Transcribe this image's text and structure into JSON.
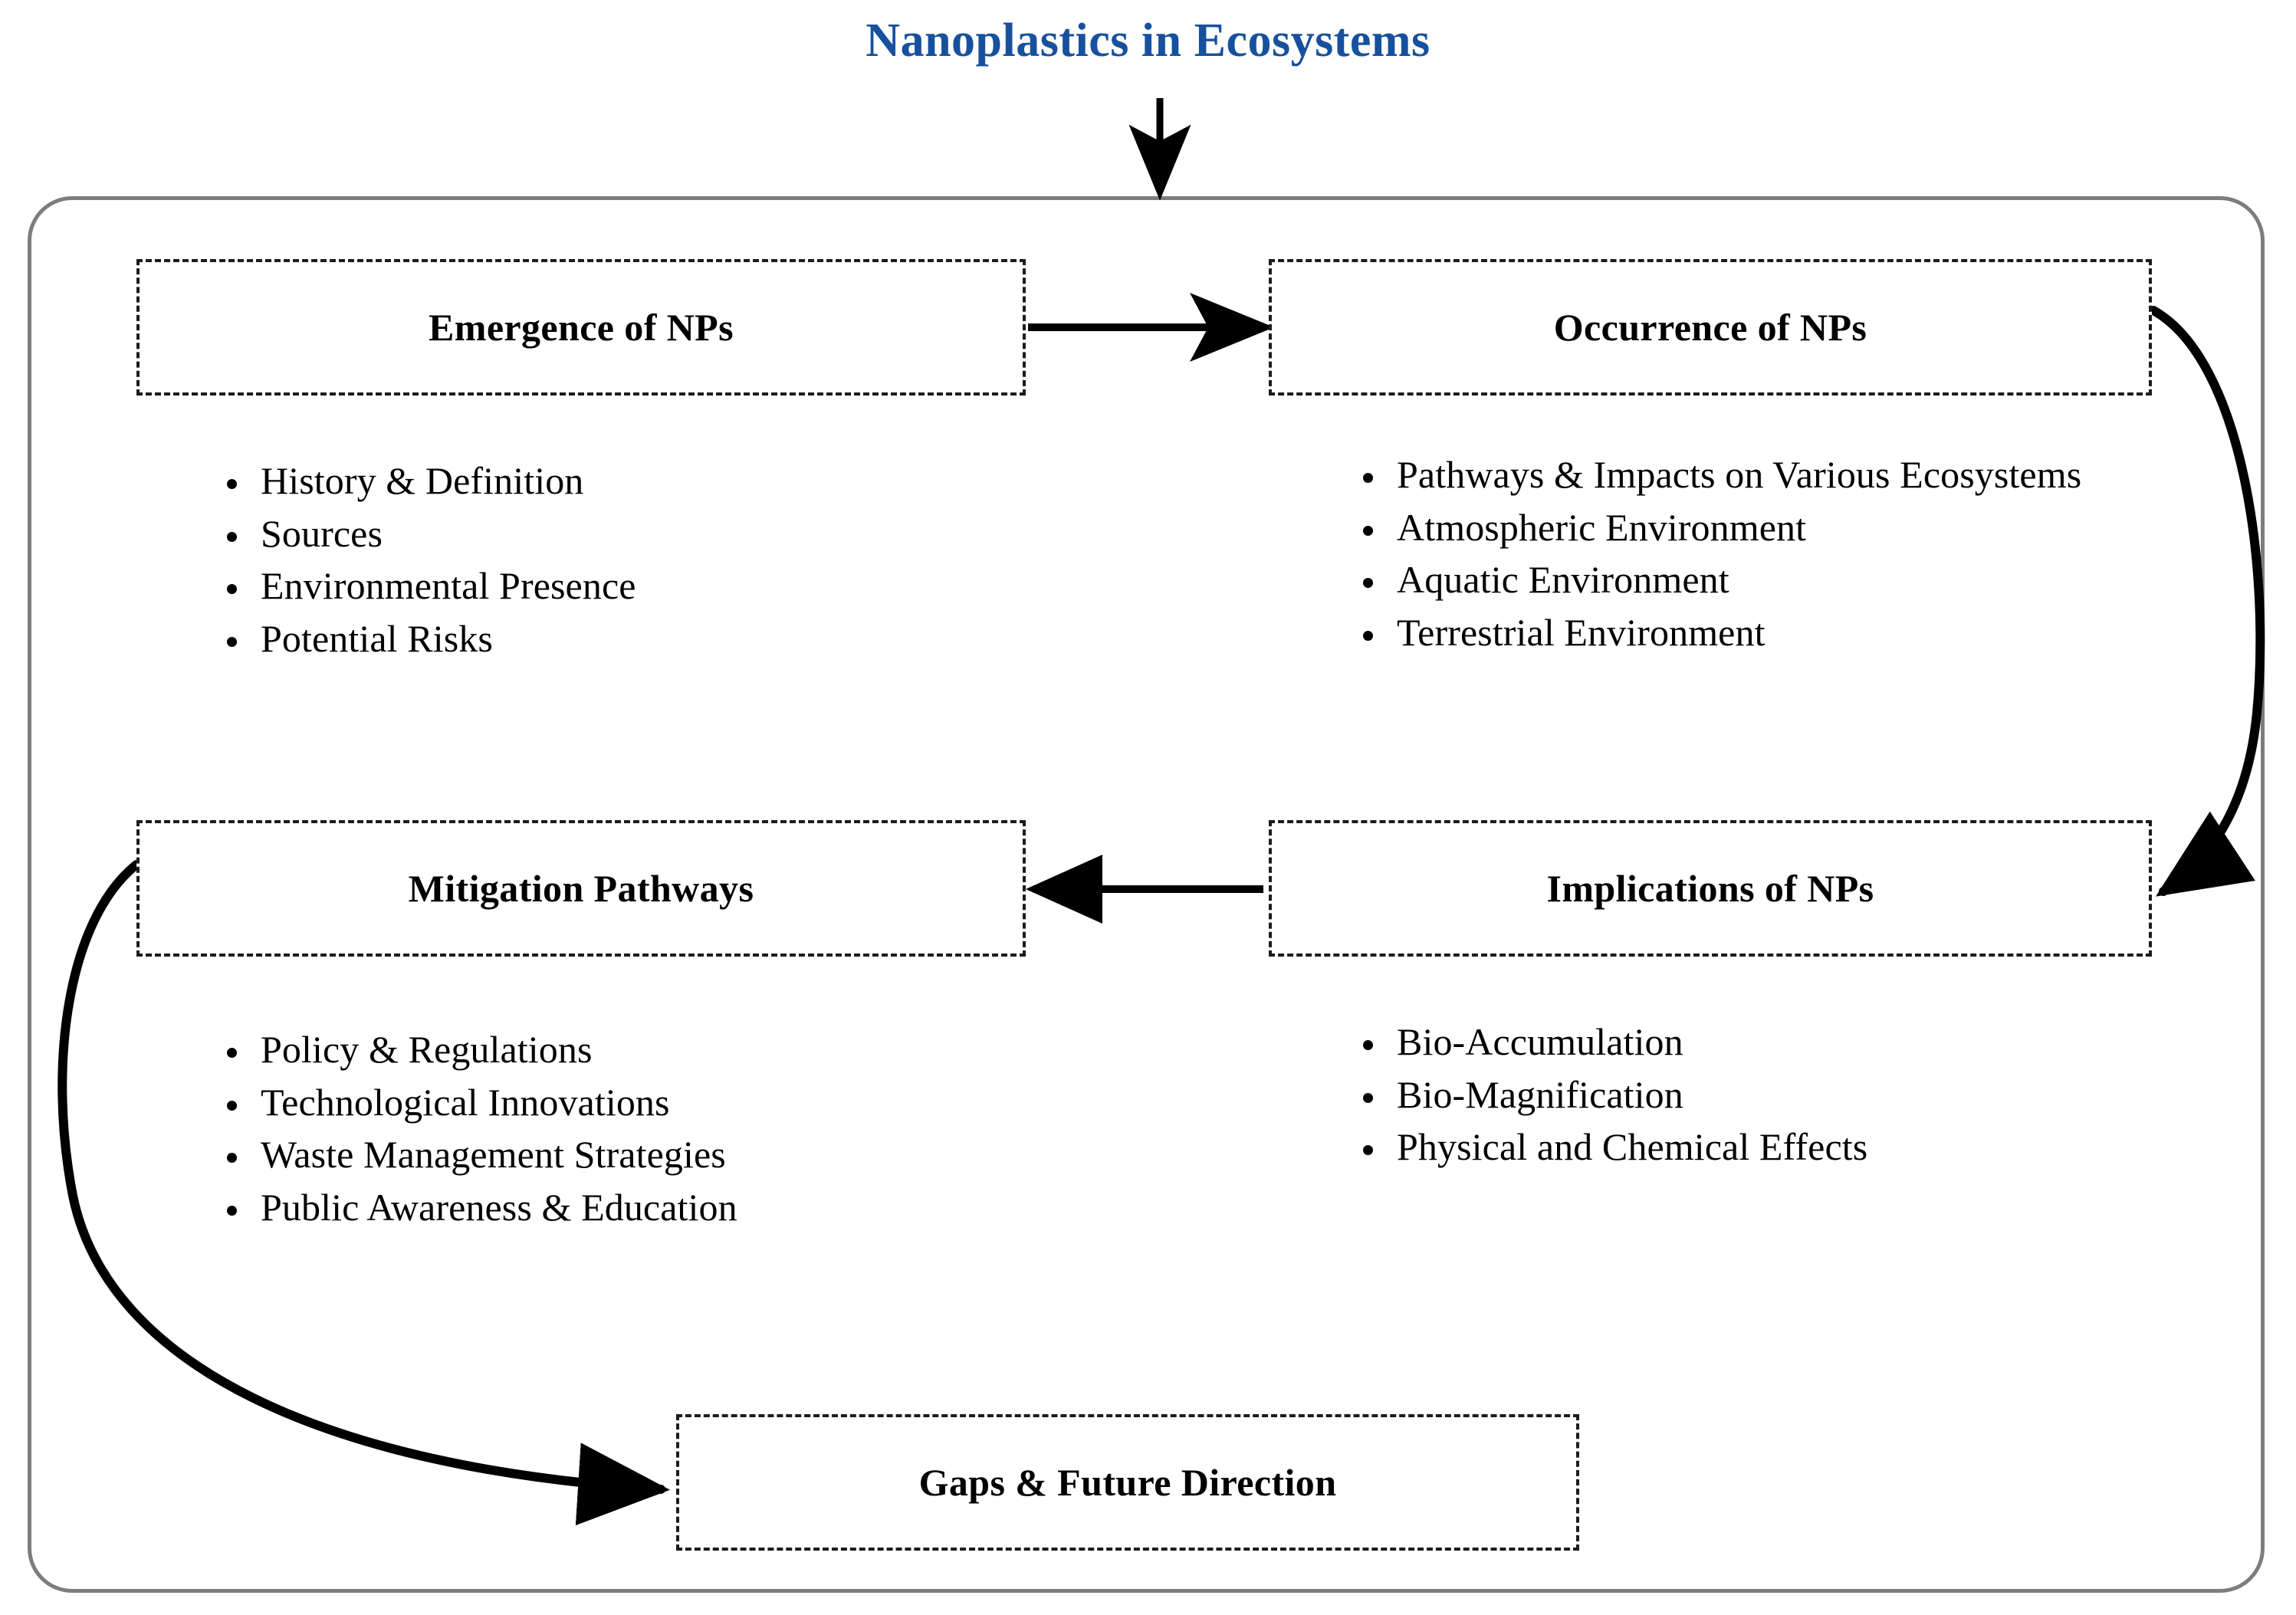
{
  "title": "Nanoplastics in Ecosystems",
  "title_color": "#17519E",
  "frame_color": "#7d7d7d",
  "nodes": {
    "emergence": {
      "label": "Emergence of NPs",
      "bullets": [
        "History & Definition",
        "Sources",
        "Environmental Presence",
        "Potential Risks"
      ]
    },
    "occurrence": {
      "label": "Occurrence of NPs",
      "bullets": [
        "Pathways & Impacts on Various Ecosystems",
        "Atmospheric Environment",
        "Aquatic Environment",
        "Terrestrial Environment"
      ]
    },
    "mitigation": {
      "label": "Mitigation Pathways",
      "bullets": [
        "Policy & Regulations",
        "Technological Innovations",
        "Waste Management Strategies",
        "Public Awareness & Education"
      ]
    },
    "implications": {
      "label": "Implications of NPs",
      "bullets": [
        "Bio-Accumulation",
        "Bio-Magnification",
        "Physical and Chemical Effects"
      ]
    },
    "gaps": {
      "label": "Gaps & Future Direction"
    }
  },
  "arrows": [
    {
      "name": "title-to-frame",
      "from": "Nanoplastics in Ecosystems",
      "to": "frame",
      "style": "straight-down"
    },
    {
      "name": "emergence-to-occurrence",
      "from": "Emergence of NPs",
      "to": "Occurrence of NPs",
      "style": "straight-right"
    },
    {
      "name": "occurrence-to-implications",
      "from": "Occurrence of NPs",
      "to": "Implications of NPs",
      "style": "curved-right"
    },
    {
      "name": "implications-to-mitigation",
      "from": "Implications of NPs",
      "to": "Mitigation Pathways",
      "style": "straight-left"
    },
    {
      "name": "mitigation-to-gaps",
      "from": "Mitigation Pathways",
      "to": "Gaps & Future Direction",
      "style": "curved-left-down"
    }
  ]
}
